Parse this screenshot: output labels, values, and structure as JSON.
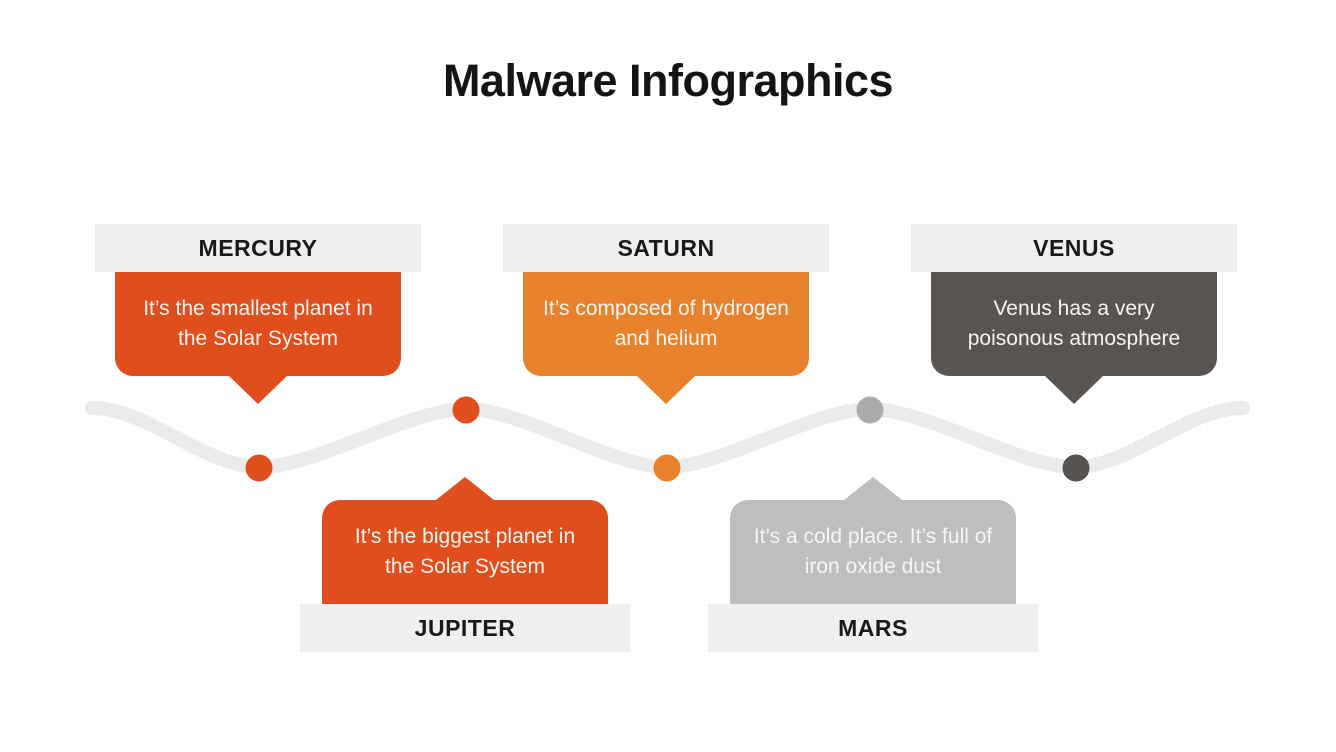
{
  "page": {
    "title": "Malware Infographics",
    "background_color": "#FFFFFF"
  },
  "timeline": {
    "line_color": "#EBEBEB",
    "dot_colors": {
      "mercury": "#DF4F1E",
      "jupiter": "#DF4F1E",
      "saturn": "#E8822D",
      "mars": "#ACABAA",
      "venus": "#565250"
    }
  },
  "colors": {
    "red_orange": "#E04E1E",
    "orange": "#E8812C",
    "dark_gray": "#595451",
    "light_gray_bubble": "#BFBEBD",
    "label_bar_gray": "#EFEFEF",
    "title_text": "#161412",
    "bubble_text": "#FBF4EE"
  },
  "callouts": [
    {
      "planet": "MERCURY",
      "description": "It’s the smallest planet in the Solar System",
      "position": "top",
      "bubble_color": "#E04E1E"
    },
    {
      "planet": "SATURN",
      "description": "It’s composed of hydrogen and helium",
      "position": "top",
      "bubble_color": "#E8812C"
    },
    {
      "planet": "VENUS",
      "description": "Venus has a very poisonous atmosphere",
      "position": "top",
      "bubble_color": "#595451"
    },
    {
      "planet": "JUPITER",
      "description": "It’s the biggest planet in the Solar System",
      "position": "bottom",
      "bubble_color": "#E04E1E"
    },
    {
      "planet": "MARS",
      "description": "It’s a cold place. It’s full of iron oxide dust",
      "position": "bottom",
      "bubble_color": "#BFBEBD"
    }
  ]
}
